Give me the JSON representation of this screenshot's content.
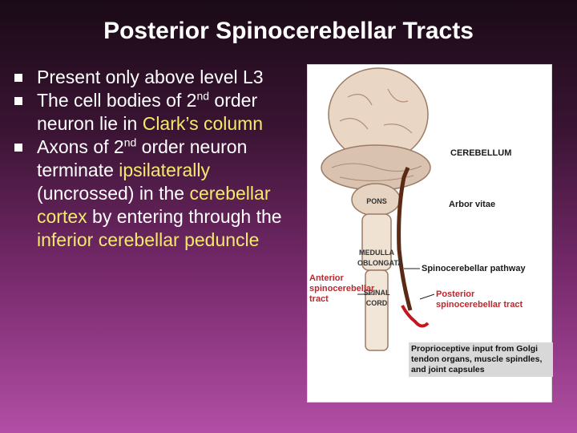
{
  "slide": {
    "title": "Posterior Spinocerebellar Tracts"
  },
  "bullets": [
    {
      "parts": [
        {
          "text": "Present only above level L3",
          "hl": false
        }
      ]
    },
    {
      "parts": [
        {
          "text": "The cell bodies of 2",
          "hl": false
        },
        {
          "text": "nd",
          "sup": true
        },
        {
          "text": " order neuron lie in ",
          "hl": false
        },
        {
          "text": "Clark’s column",
          "hl": true
        }
      ]
    },
    {
      "parts": [
        {
          "text": "Axons of 2",
          "hl": false
        },
        {
          "text": "nd",
          "sup": true
        },
        {
          "text": " order neuron terminate ",
          "hl": false
        },
        {
          "text": "ipsilaterally",
          "hl": true
        },
        {
          "text": " (uncrossed) in the ",
          "hl": false
        },
        {
          "text": "cerebellar cortex",
          "hl": true
        },
        {
          "text": " by entering through the ",
          "hl": false
        },
        {
          "text": "inferior cerebellar peduncle",
          "hl": true
        }
      ]
    }
  ],
  "figure": {
    "cerebellum": "CEREBELLUM",
    "arbor_vitae": "Arbor vitae",
    "pons": "PONS",
    "medulla_line1": "MEDULLA",
    "medulla_line2": "OBLONGATA",
    "spinal_line1": "SPINAL",
    "spinal_line2": "CORD",
    "spino_pathway": "Spinocerebellar pathway",
    "anterior_line1": "Anterior",
    "anterior_line2": "spinocerebellar",
    "anterior_line3": "tract",
    "posterior_line1": "Posterior",
    "posterior_line2": "spinocerebellar tract",
    "proprioceptive": "Proprioceptive input from Golgi tendon organs, muscle spindles, and joint capsules"
  }
}
